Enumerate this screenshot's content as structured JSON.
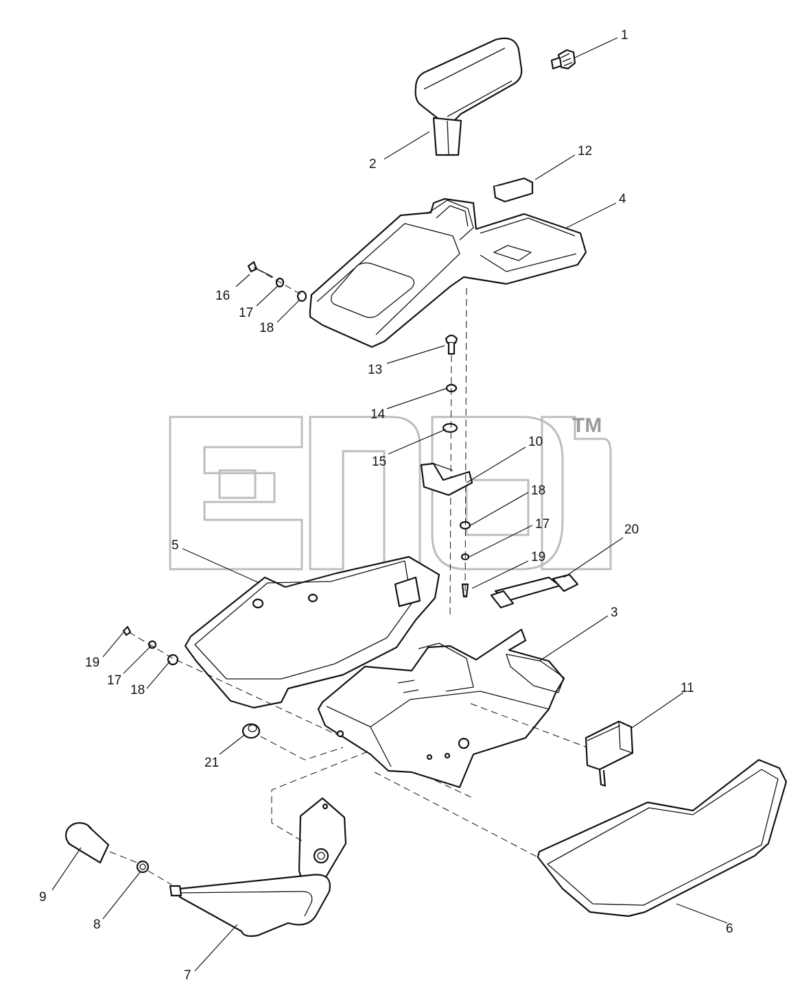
{
  "watermark": {
    "tm": "TM",
    "color": "#bdbdbd"
  },
  "callouts": [
    {
      "label": "1"
    },
    {
      "label": "2"
    },
    {
      "label": "12"
    },
    {
      "label": "4"
    },
    {
      "label": "16"
    },
    {
      "label": "17"
    },
    {
      "label": "18"
    },
    {
      "label": "13"
    },
    {
      "label": "14"
    },
    {
      "label": "15"
    },
    {
      "label": "10"
    },
    {
      "label": "18"
    },
    {
      "label": "17"
    },
    {
      "label": "19"
    },
    {
      "label": "20"
    },
    {
      "label": "5"
    },
    {
      "label": "3"
    },
    {
      "label": "19"
    },
    {
      "label": "17"
    },
    {
      "label": "18"
    },
    {
      "label": "11"
    },
    {
      "label": "21"
    },
    {
      "label": "9"
    },
    {
      "label": "8"
    },
    {
      "label": "7"
    },
    {
      "label": "6"
    }
  ],
  "colors": {
    "line": "#111111",
    "watermark": "#bdbdbd",
    "background": "#ffffff"
  }
}
